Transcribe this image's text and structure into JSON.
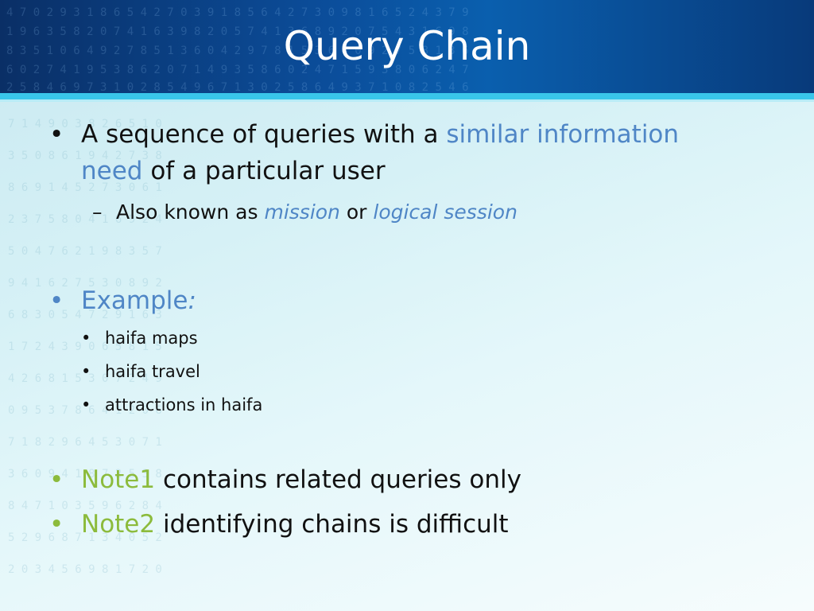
{
  "title": "Query Chain",
  "colors": {
    "header": "#0b4d9a",
    "accent_cyan": "#39c6ea",
    "highlight_blue": "#4f86c6",
    "highlight_green": "#8cbb3c",
    "text": "#111111"
  },
  "bullet1": {
    "pre": "A sequence of queries with a ",
    "highlight": "similar information",
    "highlight2": "need",
    "post": " of a particular user",
    "sub": {
      "dash": "–",
      "pre": "Also known as ",
      "term1": "mission",
      "mid": " or ",
      "term2": "logical session"
    }
  },
  "bullet2": {
    "label": "Example",
    "colon": ":",
    "items": [
      "haifa maps",
      "haifa travel",
      "attractions in haifa"
    ]
  },
  "bullet3": {
    "label": "Note1",
    "text": " contains related queries only"
  },
  "bullet4": {
    "label": "Note2",
    "text": " identifying chains is difficult"
  }
}
